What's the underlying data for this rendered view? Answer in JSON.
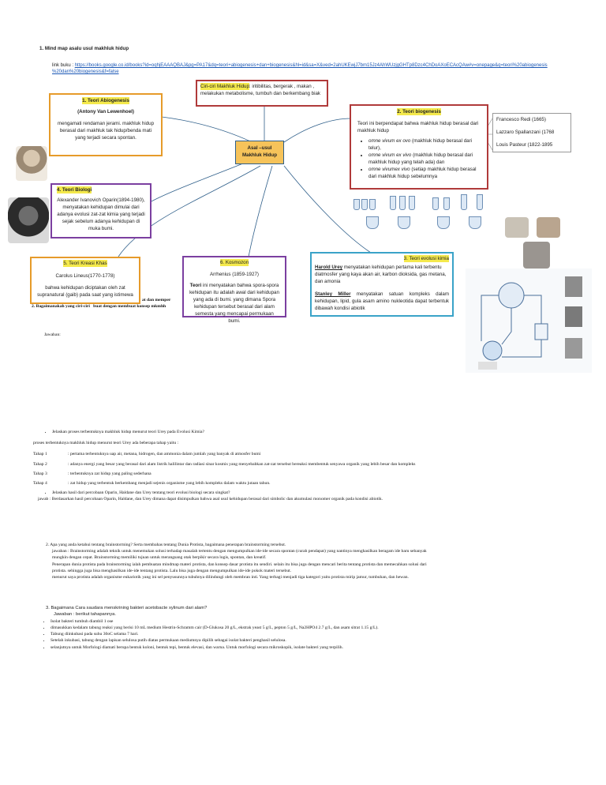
{
  "q1": {
    "heading": "1.   Mind map asalu usul makhluk hidup",
    "link_label": "link buku : ",
    "link_url_1": "https://books.google.co.id/books?id=oqhjEAAAQBAJ&pg=PA17&dq=teori+abiogenesis+dan+biogenesis&hl=id&sa=X&ved=2ahUKEwjJ7bm15Jz4AhWUzjgGHTp8Dzc4ChDoAXoECAcQAw#v=onepage&q=teori%20abiogenesis",
    "link_url_2": "%20dan%20biogenesis&f=false"
  },
  "mindmap": {
    "center": "Asal –usul\nMakhluk Hidup",
    "ciri": {
      "title": "Ciri-ciri Makhluk Hidup",
      "text": ": iritibilitas, bergerak , makan , melakukan metabolisme, tumbuh dan berkembang biak"
    },
    "abiogenesis": {
      "title": "1. Teori Abiogenesis",
      "author": "(Antony Van Lewenhoel)",
      "text": "mengamati rendaman jerami. makhluk hidup berasal dari makhluk tak hidup/benda mati yang terjadi secara spontan."
    },
    "biogenesis": {
      "title": "2. Teori biogenesis",
      "text": "Teori ini berpendapat bahwa makhluk hidup berasal dari makhluk hidup",
      "bullets": [
        {
          "latin": "omne vivum ex ovo",
          "rest": " (makhluk hidup berasal dari telur),"
        },
        {
          "latin": "omne vivum ex vivo",
          "rest": " (makhluk hidup berasal dari makhluk hidup yang telah ada) dan"
        },
        {
          "latin": "omne vivumex vivo",
          "rest": " (setiap makhluk hidup berasal dari makhluk hidup sebelumnya"
        }
      ],
      "scientists": [
        "Francesco Redi (1665)",
        "Lazzaro Spallanzani (1768",
        "Louis Pasteur (1822-1895"
      ]
    },
    "biologi": {
      "title": "4. Teori Biologi",
      "text": "Alexander Ivanovich Oparin(1894-1980), menyatakan kehidupan dimulai dari adanya evolusi zat-zat kimia yang terjadi sejak sebelum adanya kehidupan di muka bumi."
    },
    "kreasi": {
      "title": "5. Teori Kreasi Khas",
      "author": "Carolus Lineus(1770-1778)",
      "text": "bahwa kehidupan diciptakan oleh zat supranatural (gaib) pada saat yang istimewa"
    },
    "kosmozon": {
      "title": "6. Kosmozon",
      "author": "Arrhenius (1859-1927)",
      "lead": "Teori",
      "text": " ini menyatakan bahwa spora-spora kehidupan itu adalah awal dari kehidupan yang ada di bumi. yang dimana Spora kehidupan tersebut berasal dari alam semesta yang mencapai permukaan bumi."
    },
    "evolusi": {
      "title": "3. Teori evolusi kimia",
      "urey_name": "Harold Urey",
      "urey_text": " menyatakan kehidupan pertama kali terbentu diatmosfer yang kaya akan air, karbon dioksida, gas metana, dan amonia",
      "miller_name": "Stanley  Miller",
      "miller_text": " menyatakan  satuan  kompleks  dalam kehidupan,  lipid,  gula  asam  amino  nukleotida  dapat terbentuk dibawah kondisi abiotik"
    }
  },
  "overlap_text": {
    "line1": "at dan memper",
    "line2": "2.  Bagaimanakah yang  ciri-ciri   buat dengan membuat konsep mkmhh"
  },
  "jawaban": "Jawaban:",
  "urey": {
    "q": "Jelaskan proses terbentuknya makhluk hidup menurut teori Urey pada Evolusi Kimia?",
    "intro": "proses terbentuknya makhluk hidup menurut teori Urey ada beberapa tahap yaitu :",
    "steps": [
      {
        "k": "Tahap 1",
        "v": ": pertama terbentuknya uap air, metana, hidrogen, dan ammonia dalam jumlah yang banyak di atmosfer bumi"
      },
      {
        "k": "Tahap 2",
        "v": ": adanya energi yang besar yang berasal dari alam listrik halilintar dan radiasi sinar kosmis yang menyebabkan zat-zat tersebut bereaksi membentuk senyawa organik yang lebih besar dan kompleks"
      },
      {
        "k": "Tahap 3",
        "v": ": terbentuknya zat hidup yang paling sederhana"
      },
      {
        "k": "Tahap 4",
        "v": ": zat hidup yang terbentuk berkembang menjadi sejenis organisme yang lebih kompleks dalam waktu jutaan tahun."
      }
    ],
    "q2": "Jelaskan hasil dari percobaan Oparin, Haldane dan Urey tentang teori evolusi biologi secara singkat?",
    "a2": "jawab : Berdasarkan hasil percobaan Oparin, Haldane, dan Urey dimana dapat disimpulkan  bahwa asal usul kehidupan berasal dari simbolic dan akumulasi monomer organik pada kondisi abiotik."
  },
  "q2": {
    "q": "2.   Apa yang anda ketahui tentang brainstorming? Serta membahas tentang Dunia Protista,  bagaimana penerapan brainstorming tersebut.",
    "lines": [
      "jawaban :  Brainstorming adalah teknik untuk menemukan solusi terhadap masalah tertentu dengan mengumpulkan ide-ide secara spontan (curah pendapat) yang nantinya menghasilkan beragam ide baru sebanyak",
      "mungkin dengan cepat. Brainstorming memiliki tujuan untuk merangsang otak berpikir secara logis, spontan, dan kreatif.",
      "Penerapan dunia protista pada brainstorming ialah pembuatan mindmap materi protista, dan konsep dasar protista itu sendiri. selain itu bisa juga dengan mencari berita tentang protista dan memecahkan solusi dari",
      "protista. sehingga juga bisa menghasilkan ide-ide tentang protista. Lalu bisa juga dengan mengumpulkan ide-ide pokok materi tersebut.",
      "menurut saya protista adalah organisme eukariotik yang ini sel penyusunnya tubuhnya dilindungi oleh membran inti. Yang terbagi menjadi tiga kategori yaitu protista mirip jamur, tumbuhan, dan hewan."
    ]
  },
  "q3": {
    "q": "3.   Bagaimana Cara saudara menskrining bakteri acetobacte xylinum dari alam?",
    "answer_label": "Jawaban :   berikut tahapannya.",
    "bullets": [
      "Isolat bakteri tumbuh diambil 1 ose",
      "dimasukkan kedalam tabung reaksi yang berisi 10 mL medium Hestrin-Schramm cair (D-Glukosa 20 g/L, ekstrak yeast 5 g/L, pepton 5 g/L, Na2HPO4 2.7 g/L, dan asam sitrat 1.15 g/L).",
      "Tabung diinkubasi pada suhu 30oC selama 7 hari.",
      "Setelah inkubasi, tabung dengan lapisan selulosa putih diatas permukaan mediumnya dipilih sebagai isolat bakteri penghasil selulosa.",
      "selanjutnya untuk Morfologi diamati berupa bentuk koloni, bentuk tepi, bentuk elevasi, dan warna. Untuk morfologi secara mikroskopik, isolate bakteri yang terpilih."
    ]
  },
  "colors": {
    "ciri_border": "#b03a3a",
    "abiogenesis_border": "#e69b2a",
    "biogenesis_border": "#b03a3a",
    "biologi_border": "#7b3fa0",
    "kreasi_border": "#e69b2a",
    "kosmozon_border": "#7b3fa0",
    "evolusi_border": "#3aa3c8",
    "center_fill": "#f6c35a",
    "highlight": "#f4e94c",
    "link": "#1a57b5"
  },
  "icons": [
    "portrait-abiogenesis",
    "portrait-oparin",
    "portrait-redi",
    "portrait-spallanzani",
    "portrait-pasteur",
    "miller-apparatus-diagram",
    "flask-diagram"
  ]
}
